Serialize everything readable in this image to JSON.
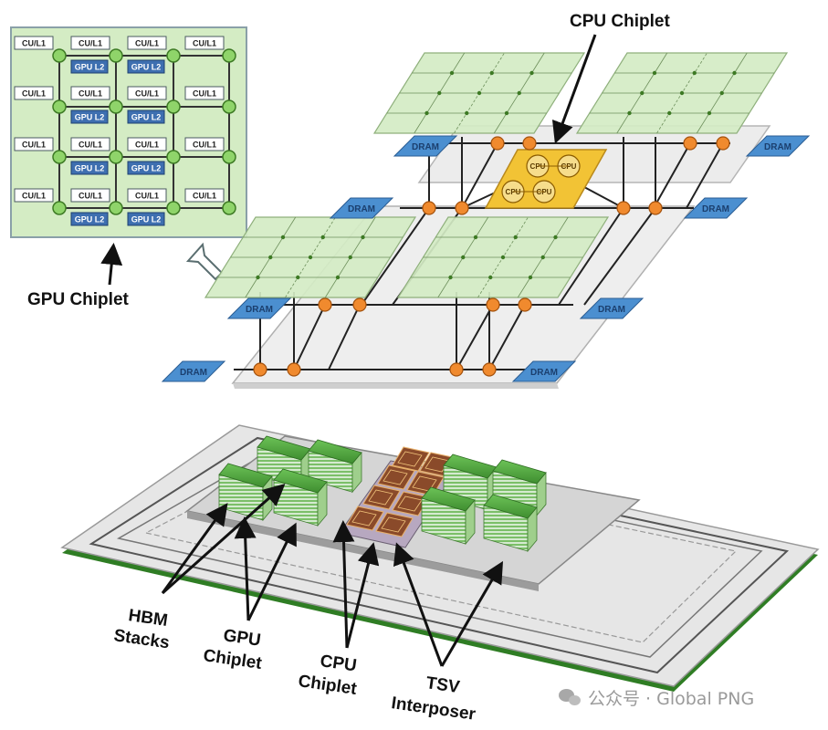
{
  "labels": {
    "cpu_chiplet_top": "CPU Chiplet",
    "gpu_chiplet_top": "GPU Chiplet",
    "hbm_line1": "HBM",
    "hbm_line2": "Stacks",
    "gpu_line1": "GPU",
    "gpu_line2": "Chiplet",
    "cpu_line1": "CPU",
    "cpu_line2": "Chiplet",
    "tsv_line1": "TSV",
    "tsv_line2": "Interposer"
  },
  "gpu_detail": {
    "cu_label": "CU/L1",
    "l2_label": "GPU L2"
  },
  "dram_label": "DRAM",
  "cpu_core_label": "CPU",
  "watermark": "公众号 · Global PNG",
  "colors": {
    "chiplet_green": "#d4ecc4",
    "node_orange": "#f08a2e",
    "dram_blue": "#4b8fd0",
    "cpu_gold": "#f2c335",
    "hbm_green": "#4a9a3a",
    "l2_blue": "#3e6fb0"
  }
}
